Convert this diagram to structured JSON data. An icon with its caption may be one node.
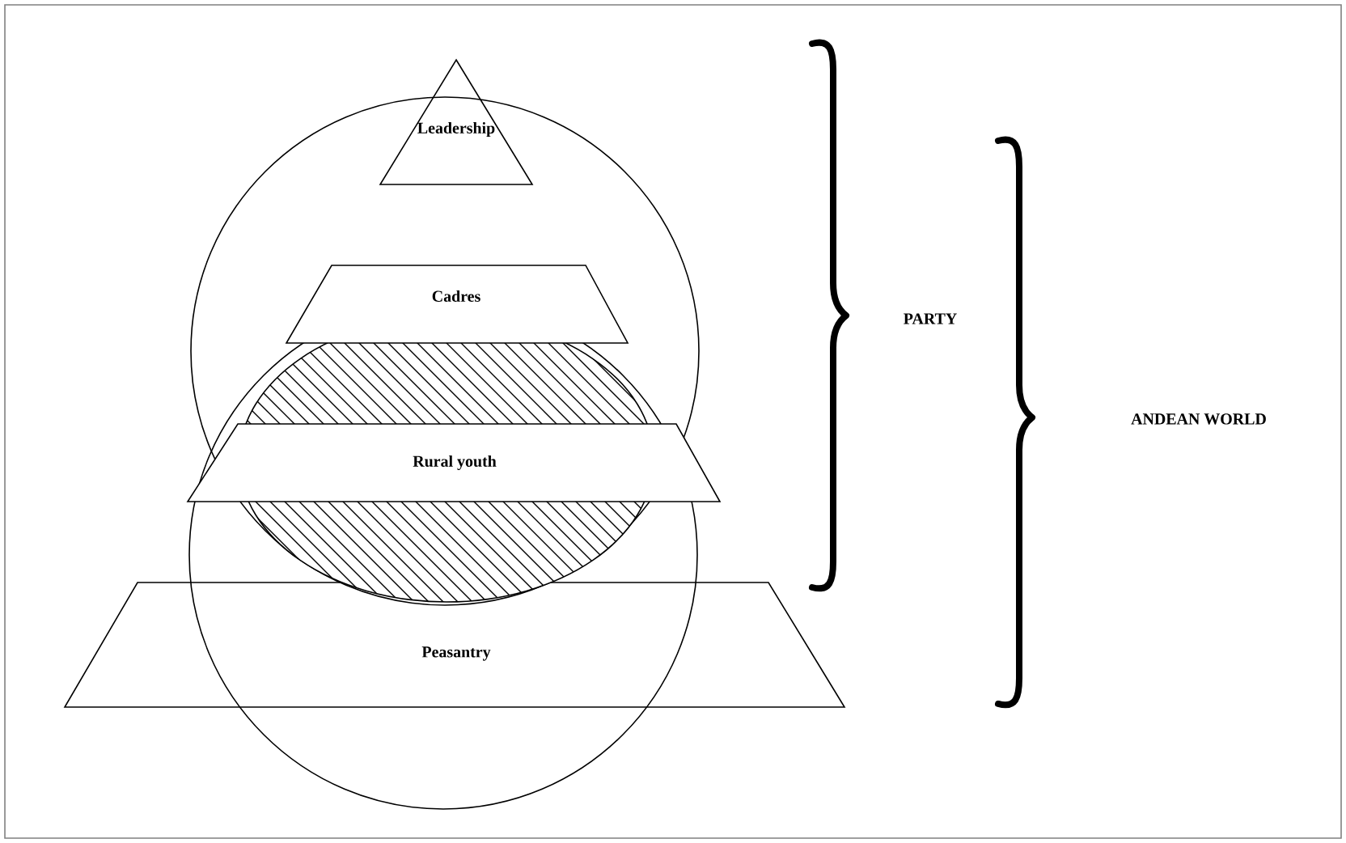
{
  "diagram": {
    "nodes": [
      {
        "text": [
          "Leadership"
        ]
      },
      {
        "text": [
          "Cadres"
        ]
      },
      {
        "text": [
          "Rural youth"
        ]
      },
      {
        "text": [
          "Peasantry"
        ]
      }
    ],
    "labels": [
      "PARTY",
      "ANDEAN WORLD"
    ]
  }
}
